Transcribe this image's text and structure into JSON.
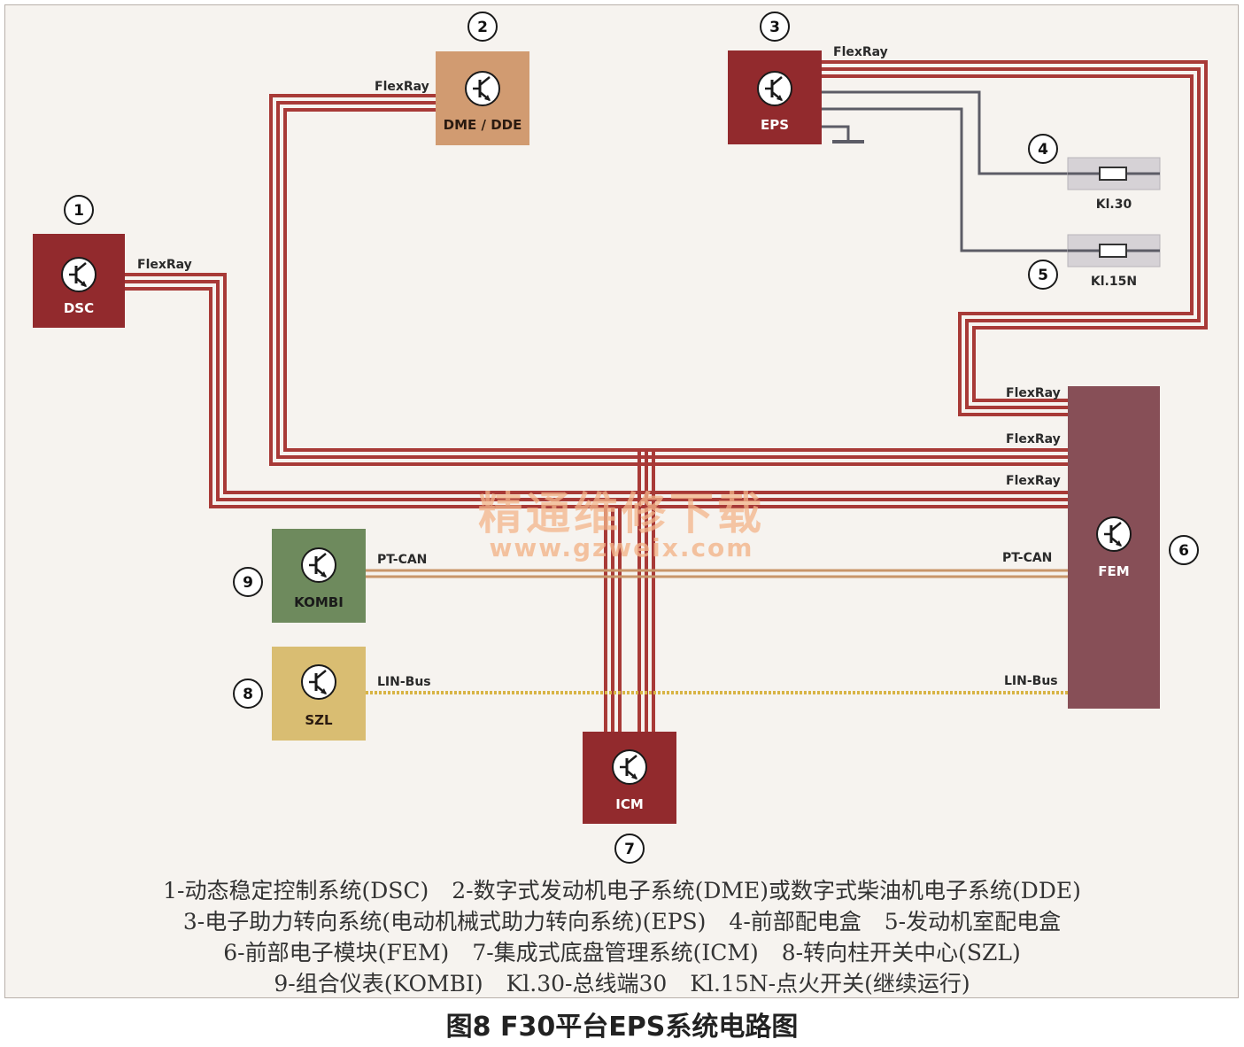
{
  "modules": {
    "dsc": {
      "label": "DSC",
      "number": "1",
      "color": "#922a2d",
      "text_color": "#ffffff"
    },
    "dme": {
      "label": "DME / DDE",
      "number": "2",
      "color": "#d19b71",
      "text_color": "#2a1a10"
    },
    "eps": {
      "label": "EPS",
      "number": "3",
      "color": "#922a2d",
      "text_color": "#ffffff"
    },
    "fem": {
      "label": "FEM",
      "number": "6",
      "color": "#874f57",
      "text_color": "#ffffff"
    },
    "icm": {
      "label": "ICM",
      "number": "7",
      "color": "#922a2d",
      "text_color": "#ffffff"
    },
    "szl": {
      "label": "SZL",
      "number": "8",
      "color": "#d9bd72",
      "text_color": "#2a1a10"
    },
    "kombi": {
      "label": "KOMBI",
      "number": "9",
      "color": "#6e8a5d",
      "text_color": "#1a1a1a"
    }
  },
  "fuses": {
    "kl30": {
      "label": "Kl.30",
      "number": "4"
    },
    "kl15n": {
      "label": "Kl.15N",
      "number": "5"
    }
  },
  "bus_labels": {
    "dsc_flexray": "FlexRay",
    "dme_flexray": "FlexRay",
    "eps_flexray": "FlexRay",
    "fem_flexray_1": "FlexRay",
    "fem_flexray_2": "FlexRay",
    "fem_flexray_3": "FlexRay",
    "kombi_ptcan": "PT-CAN",
    "fem_ptcan": "PT-CAN",
    "szl_linbus": "LIN-Bus",
    "fem_linbus": "LIN-Bus"
  },
  "watermark": {
    "line1": "精通维修下载",
    "line2": "www.gzweix.com"
  },
  "legend": {
    "line1": [
      "1-动态稳定控制系统(DSC)",
      "2-数字式发动机电子系统(DME)或数字式柴油机电子系统(DDE)"
    ],
    "line2": [
      "3-电子助力转向系统(电动机械式助力转向系统)(EPS)",
      "4-前部配电盒",
      "5-发动机室配电盒"
    ],
    "line3": [
      "6-前部电子模块(FEM)",
      "7-集成式底盘管理系统(ICM)",
      "8-转向柱开关中心(SZL)"
    ],
    "line4": [
      "9-组合仪表(KOMBI)",
      "Kl.30-总线端30",
      "Kl.15N-点火开关(继续运行)"
    ]
  },
  "caption": "图8 F30平台EPS系统电路图",
  "colors": {
    "flexray": "#a83a37",
    "ptcan": "#c9966a",
    "linbus": "#d8b445",
    "power": "#5c5c66"
  }
}
